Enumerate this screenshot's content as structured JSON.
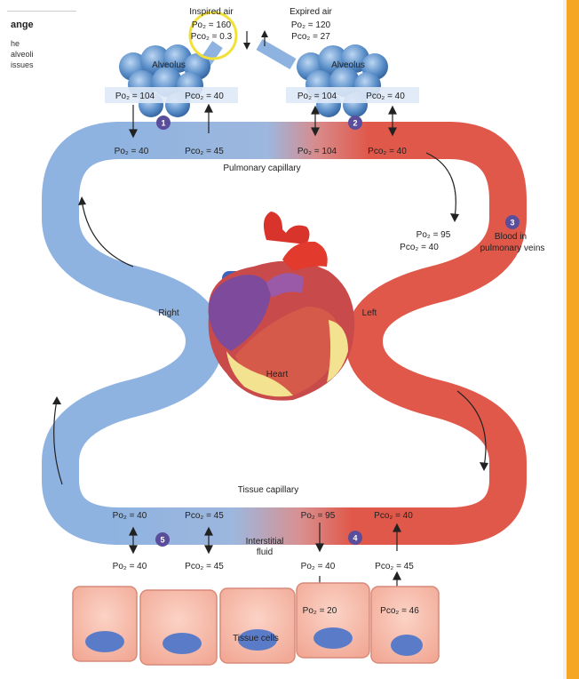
{
  "sidebar": {
    "title": "ange",
    "lines": [
      "he",
      "alveoli",
      "issues"
    ]
  },
  "top": {
    "inspired_title": "Inspired air",
    "inspired_po2": "Po₂ = 160",
    "inspired_pco2": "Pco₂ = 0.3",
    "expired_title": "Expired air",
    "expired_po2": "Po₂ = 120",
    "expired_pco2": "Pco₂ = 27"
  },
  "alveoli": {
    "left_label": "Alveolus",
    "right_label": "Alveolus",
    "left_po2": "Po₂ = 104",
    "left_pco2": "Pco₂ = 40",
    "right_po2": "Po₂ = 104",
    "right_pco2": "Pco₂ = 40"
  },
  "steps": {
    "one": "1",
    "two": "2",
    "three": "3",
    "four": "4",
    "five": "5"
  },
  "pulmonary": {
    "label": "Pulmonary capillary",
    "v1": "Po₂ = 40",
    "v2": "Pco₂ = 45",
    "v3": "Po₂ = 104",
    "v4": "Pco₂ = 40"
  },
  "veins": {
    "po2": "Po₂ = 95",
    "pco2": "Pco₂ = 40",
    "blood_label_1": "Blood in",
    "blood_label_2": "pulmonary veins"
  },
  "sides": {
    "right": "Right",
    "left": "Left",
    "heart": "Heart"
  },
  "tissue": {
    "capillary_label": "Tissue capillary",
    "c1": "Po₂ = 40",
    "c2": "Pco₂ = 45",
    "c3": "Po₂ = 95",
    "c4": "Pco₂ = 40",
    "interstitial_1": "Interstitial",
    "interstitial_2": "fluid",
    "i1": "Po₂ = 40",
    "i2": "Pco₂ = 45",
    "i3": "Po₂ = 40",
    "i4": "Pco₂ = 45",
    "cell_po2": "Po₂ = 20",
    "cell_pco2": "Pco₂ = 46",
    "cells_label": "Tissue cells"
  },
  "colors": {
    "venous": "#8fb3e0",
    "arterial": "#e0584a",
    "alveolus": "#5b8fc9",
    "cell_fill": "#f6b8a8",
    "nucleus": "#5a7cc8",
    "highlight_ring": "#f2e03a",
    "edge_accent": "#f5a623"
  }
}
